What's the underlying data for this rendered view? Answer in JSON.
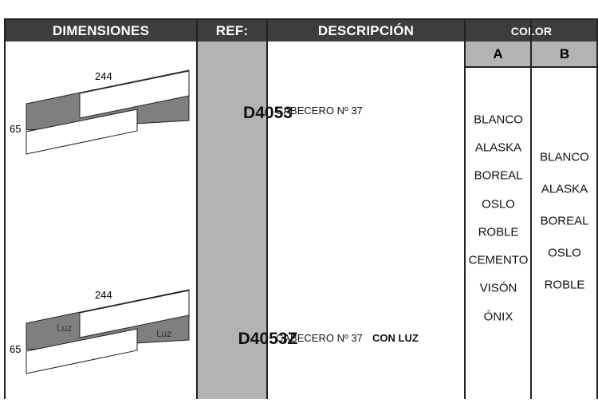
{
  "header": {
    "dimensiones": "DIMENSIONES",
    "ref": "REF:",
    "descripcion": "DESCRIPCIÓN",
    "color": "COLOR",
    "col_a": "A",
    "col_b": "B"
  },
  "products": [
    {
      "width": "244",
      "height": "65",
      "ref": "D4053",
      "description": "CABECERO Nº 37",
      "extra": ""
    },
    {
      "width": "244",
      "height": "65",
      "ref": "D4053Z",
      "description": "CABECERO Nº 37",
      "extra": "CON LUZ",
      "light_label": "Luz"
    }
  ],
  "colors_a": [
    "BLANCO",
    "ALASKA",
    "BOREAL",
    "OSLO",
    "ROBLE",
    "CEMENTO",
    "VISÓN",
    "ÓNIX"
  ],
  "colors_b": [
    "BLANCO",
    "ALASKA",
    "BOREAL",
    "OSLO",
    "ROBLE"
  ],
  "palette": {
    "header_bg": "#3d3d3d",
    "ref_bg": "#b3b3b3",
    "panel_dark": "#7f7f7f"
  }
}
